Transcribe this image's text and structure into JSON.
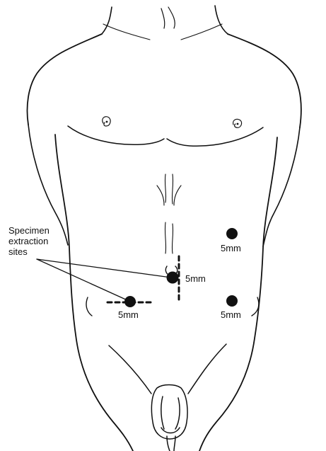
{
  "callout": {
    "line1": "Specimen",
    "line2": "extraction",
    "line3": "sites"
  },
  "ports": {
    "umbilical": {
      "label": "5mm"
    },
    "upper_right": {
      "label": "5mm"
    },
    "lower_left": {
      "label": "5mm"
    },
    "lower_right": {
      "label": "5mm"
    }
  },
  "colors": {
    "ink": "#111111",
    "background": "#ffffff"
  }
}
